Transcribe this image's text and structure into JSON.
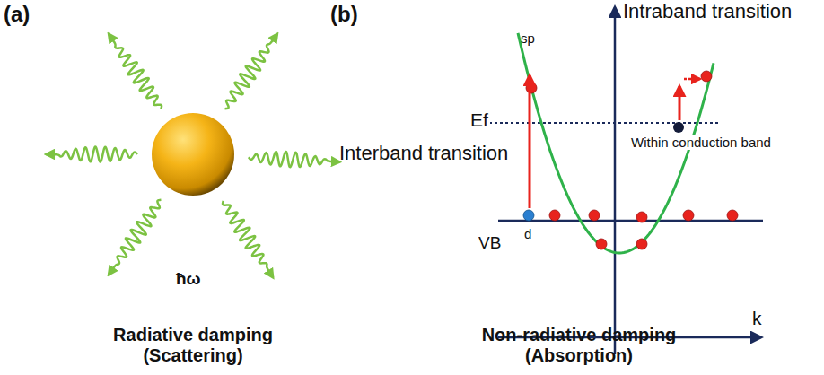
{
  "diagram": {
    "labels": [
      "(a)",
      "(b)",
      "ħω",
      "Radiative damping (Scattering)",
      "Intraband transition",
      "sp",
      "Ef",
      "Within conduction band",
      "Interband transition",
      "d",
      "VB",
      "k",
      "Non-radiative damping (Absorption)"
    ]
  }
}
